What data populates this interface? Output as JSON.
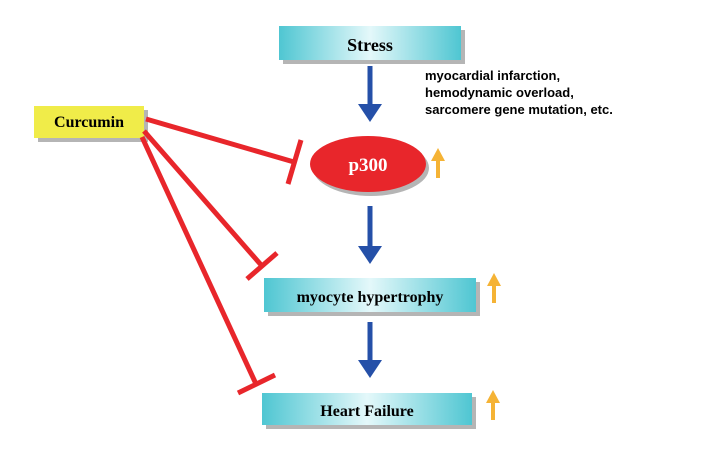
{
  "nodes": {
    "stress": "Stress",
    "p300": "p300",
    "hypertrophy": "myocyte hypertrophy",
    "heart_failure": "Heart Failure",
    "curcumin": "Curcumin"
  },
  "stress_causes": [
    "myocardial infarction,",
    "hemodynamic overload,",
    "sarcomere gene mutation, etc."
  ],
  "colors": {
    "box_fill_light": "#e4f8fa",
    "box_fill_dark": "#4fc6d2",
    "box_shadow": "#b5b5b5",
    "oval_fill": "#e8262b",
    "curcumin_fill": "#f0ec49",
    "arrow_blue": "#2550a8",
    "inhibit_red": "#e8262b",
    "up_arrow": "#f5b335"
  },
  "icons": {
    "flow_arrow": "down-arrow",
    "inhibition": "t-bar-inhibition",
    "increase": "up-arrow"
  }
}
